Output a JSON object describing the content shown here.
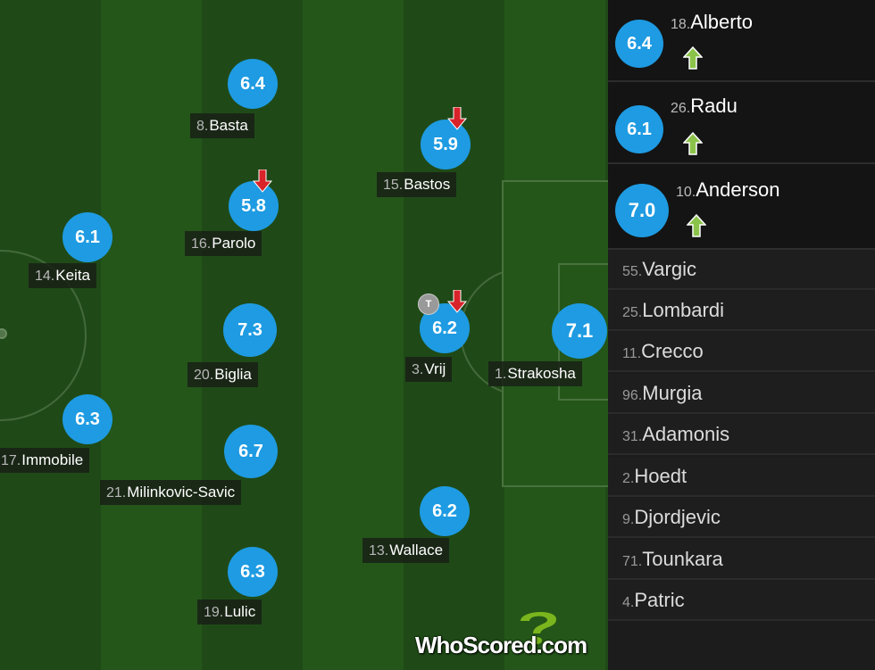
{
  "pitch_players": [
    {
      "id": "basta",
      "num": "8.",
      "name": "Basta",
      "rating": "6.4",
      "sub": ""
    },
    {
      "id": "parolo",
      "num": "16.",
      "name": "Parolo",
      "rating": "5.8",
      "sub": "down"
    },
    {
      "id": "keita",
      "num": "14.",
      "name": "Keita",
      "rating": "6.1",
      "sub": ""
    },
    {
      "id": "biglia",
      "num": "20.",
      "name": "Biglia",
      "rating": "7.3",
      "sub": ""
    },
    {
      "id": "immobile",
      "num": "17.",
      "name": "Immobile",
      "rating": "6.3",
      "sub": ""
    },
    {
      "id": "milinkovic",
      "num": "21.",
      "name": "Milinkovic-Savic",
      "rating": "6.7",
      "sub": ""
    },
    {
      "id": "lulic",
      "num": "19.",
      "name": "Lulic",
      "rating": "6.3",
      "sub": ""
    },
    {
      "id": "bastos",
      "num": "15.",
      "name": "Bastos",
      "rating": "5.9",
      "sub": "down"
    },
    {
      "id": "vrij",
      "num": "3.",
      "name": "Vrij",
      "rating": "6.2",
      "sub": "down",
      "tag": "T"
    },
    {
      "id": "wallace",
      "num": "13.",
      "name": "Wallace",
      "rating": "6.2",
      "sub": ""
    },
    {
      "id": "strakosha",
      "num": "1.",
      "name": "Strakosha",
      "rating": "7.1",
      "sub": ""
    }
  ],
  "substitutes_used": [
    {
      "num": "18.",
      "name": "Alberto",
      "rating": "6.4"
    },
    {
      "num": "26.",
      "name": "Radu",
      "rating": "6.1"
    },
    {
      "num": "10.",
      "name": "Anderson",
      "rating": "7.0"
    }
  ],
  "bench": [
    {
      "num": "55.",
      "name": "Vargic"
    },
    {
      "num": "25.",
      "name": "Lombardi"
    },
    {
      "num": "11.",
      "name": "Crecco"
    },
    {
      "num": "96.",
      "name": "Murgia"
    },
    {
      "num": "31.",
      "name": "Adamonis"
    },
    {
      "num": "2.",
      "name": "Hoedt"
    },
    {
      "num": "9.",
      "name": "Djordjevic"
    },
    {
      "num": "71.",
      "name": "Tounkara"
    },
    {
      "num": "4.",
      "name": "Patric"
    }
  ],
  "logo": {
    "text": "WhoScored.com"
  },
  "icons": {
    "sub_off": "red-down-arrow-icon",
    "sub_on": "green-up-arrow-icon"
  },
  "colors": {
    "rating_bg": "#1e9be2",
    "sub_off": "#d8232a",
    "sub_on": "#8bc34a",
    "logo_green": "#7ab51d"
  }
}
